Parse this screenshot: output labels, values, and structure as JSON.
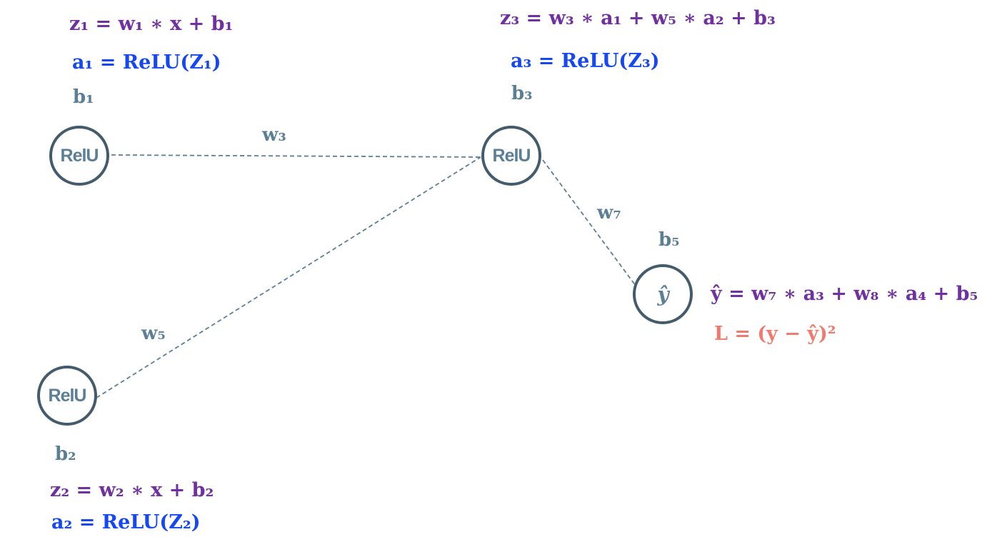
{
  "nodes": {
    "h1": "RelU",
    "h2": "RelU",
    "h3": "RelU",
    "out": "ŷ"
  },
  "labels": {
    "b1": "b₁",
    "b2": "b₂",
    "b3": "b₃",
    "b5": "b₅",
    "w3": "w₃",
    "w5": "w₅",
    "w7": "w₇"
  },
  "equations": {
    "z1": "z₁ =  w₁ ∗ x + b₁",
    "a1": "a₁ = ReLU(Z₁)",
    "z2": "z₂ =  w₂ ∗ x + b₂",
    "a2": "a₂ = ReLU(Z₂)",
    "z3": "z₃ =  w₃ ∗ a₁ +  w₅ ∗ a₂ + b₃",
    "a3": "a₃ = ReLU(Z₃)",
    "yhat": "ŷ =  w₇ ∗ a₃ +  w₈ ∗ a₄ + b₅",
    "loss": "L =  (y − ŷ)²"
  },
  "colors": {
    "z_equation": "#7030A0",
    "a_equation": "#1547F2",
    "label": "#5B7F95",
    "node_stroke": "#435B6B",
    "loss": "#EF7B70"
  }
}
